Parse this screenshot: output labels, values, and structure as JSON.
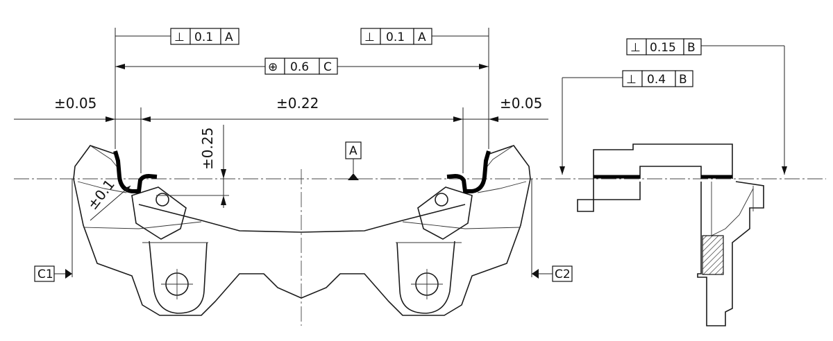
{
  "dimensions": {
    "left_tol": "±0.05",
    "middle_tol": "±0.22",
    "right_tol": "±0.05",
    "vertical_tol": "±0.25",
    "radius_tol": "±0.1"
  },
  "fcf_top_left": {
    "symbol": "⊥",
    "tolerance": "0.1",
    "datum": "A"
  },
  "fcf_top_right": {
    "symbol": "⊥",
    "tolerance": "0.1",
    "datum": "A"
  },
  "fcf_position": {
    "symbol": "⊕",
    "tolerance": "0.6",
    "datum": "C"
  },
  "fcf_side_top": {
    "symbol": "⊥",
    "tolerance": "0.15",
    "datum": "B"
  },
  "fcf_side_second": {
    "symbol": "⊥",
    "tolerance": "0.4",
    "datum": "B"
  },
  "datums": {
    "a": "A",
    "c1": "C1",
    "c2": "C2"
  }
}
